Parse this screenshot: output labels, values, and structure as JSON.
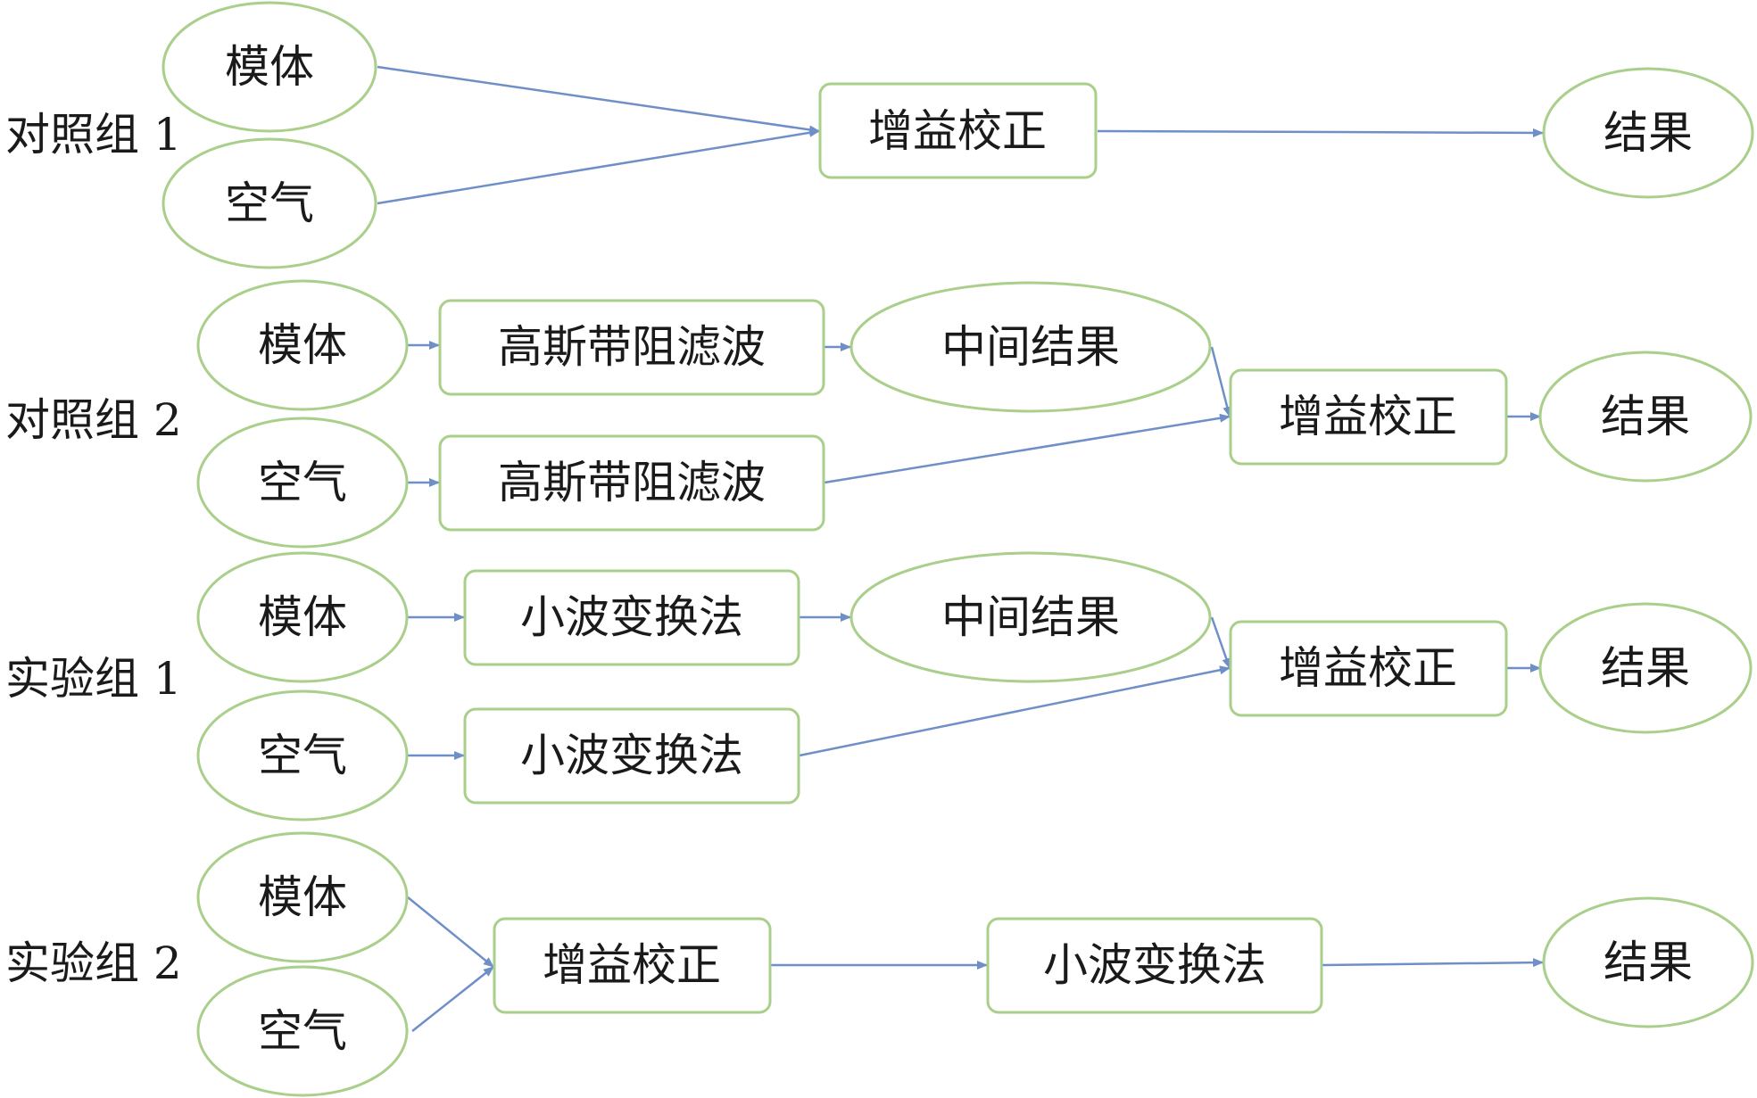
{
  "colors": {
    "node_border": "#a9cf8a",
    "edge": "#6f8fc8",
    "text": "#1a1a1a"
  },
  "groups": [
    {
      "label": "对照组 1"
    },
    {
      "label": "对照组 2"
    },
    {
      "label": "实验组 1"
    },
    {
      "label": "实验组 2"
    }
  ],
  "nodes": {
    "g1_phantom": "模体",
    "g1_air": "空气",
    "g1_gain": "增益校正",
    "g1_result": "结果",
    "g2_phantom": "模体",
    "g2_air": "空气",
    "g2_filter_top": "高斯带阻滤波",
    "g2_filter_bottom": "高斯带阻滤波",
    "g2_intermediate": "中间结果",
    "g2_gain": "增益校正",
    "g2_result": "结果",
    "g3_phantom": "模体",
    "g3_air": "空气",
    "g3_wavelet_top": "小波变换法",
    "g3_wavelet_bottom": "小波变换法",
    "g3_intermediate": "中间结果",
    "g3_gain": "增益校正",
    "g3_result": "结果",
    "g4_phantom": "模体",
    "g4_air": "空气",
    "g4_gain": "增益校正",
    "g4_wavelet": "小波变换法",
    "g4_result": "结果"
  }
}
